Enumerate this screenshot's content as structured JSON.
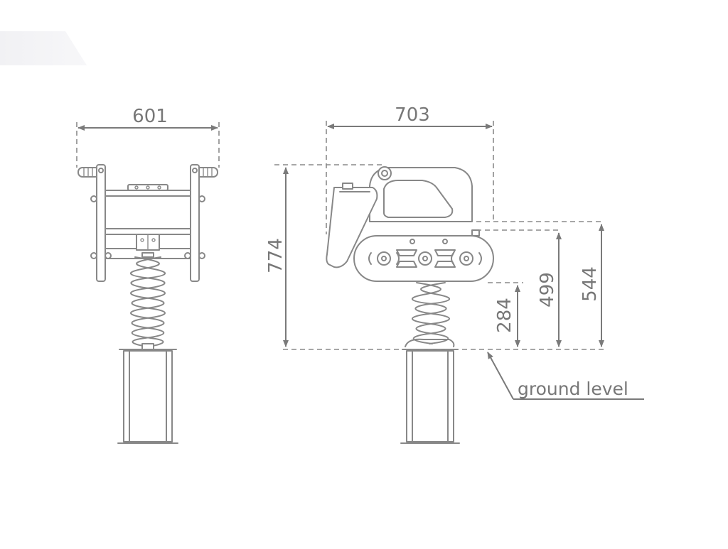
{
  "dimensions": {
    "front_width": "601",
    "side_width": "703",
    "overall_height": "774",
    "height_284": "284",
    "height_499": "499",
    "height_544": "544"
  },
  "labels": {
    "ground_level": "ground level"
  },
  "colors": {
    "line": "#888888",
    "text": "#777777",
    "background": "#ffffff"
  }
}
